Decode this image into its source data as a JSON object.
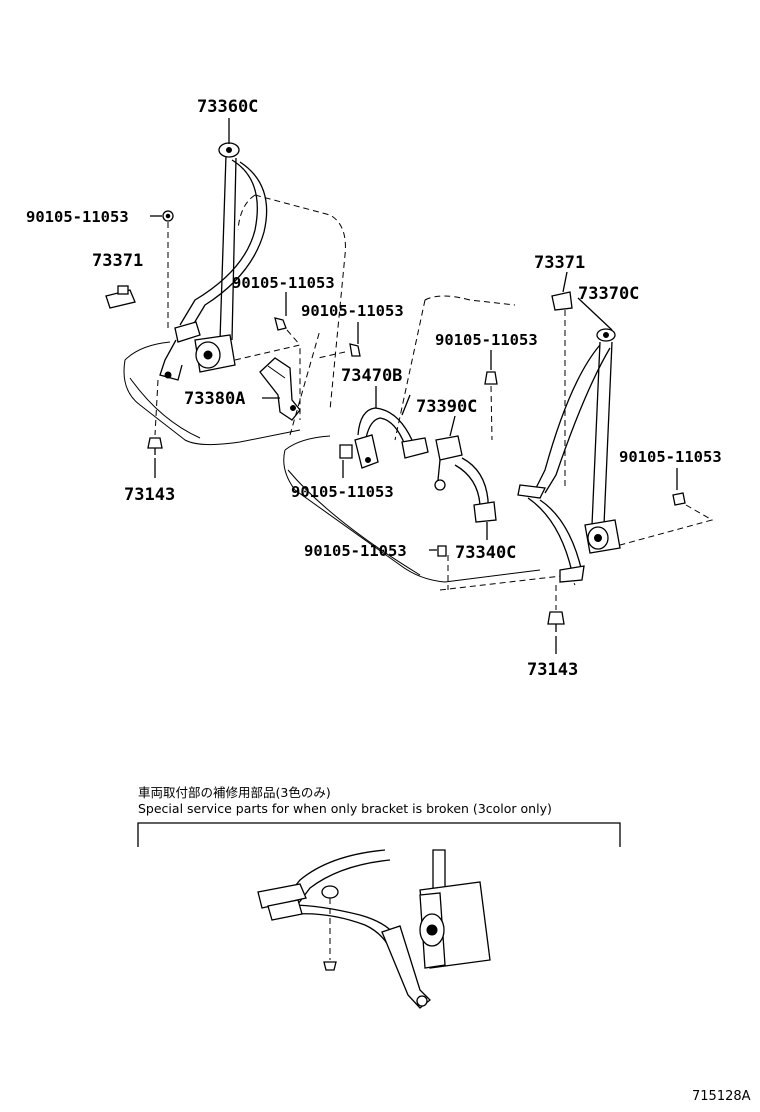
{
  "labels": {
    "shoulder_belt_upper_left": "73360C",
    "bolt_1": "90105-11053",
    "clip_left": "73371",
    "bolt_2": "90105-11053",
    "bolt_3": "90105-11053",
    "bolt_4": "90105-11053",
    "center_buckle": "73470B",
    "buckle_left": "73380A",
    "buckle_center": "73390C",
    "anchor_left": "73143",
    "clip_right": "73371",
    "shoulder_belt_right": "73370C",
    "bolt_5": "90105-11053",
    "bolt_6": "90105-11053",
    "bolt_7": "90105-11053",
    "buckle_right": "73340C",
    "anchor_right": "73143"
  },
  "note": {
    "japanese": "車両取付部の補修用部品(3色のみ)",
    "english": "Special service parts for when only bracket is broken (3color only)"
  },
  "figure_ref": "715128A"
}
